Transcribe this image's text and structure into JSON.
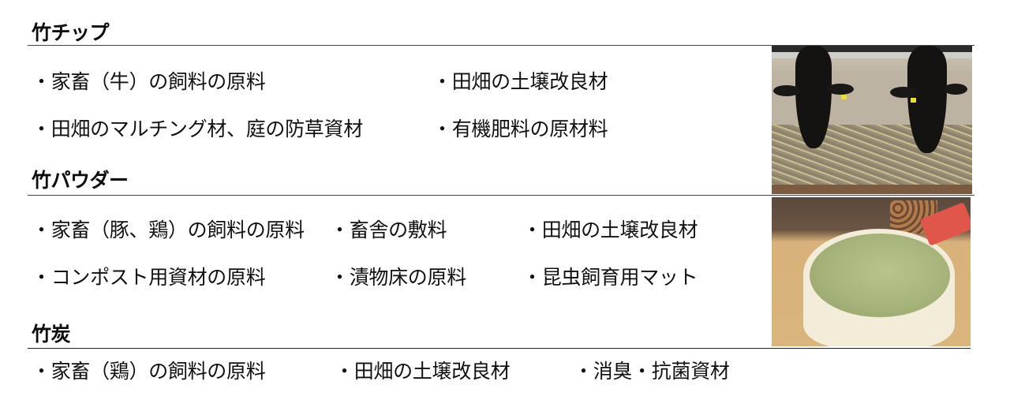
{
  "sections": [
    {
      "title": "竹チップ",
      "items": [
        "・家畜（牛）の飼料の原料",
        "・田畑の土壌改良材",
        "・田畑のマルチング材、庭の防草資材",
        "・有機肥料の原材料"
      ],
      "image": "cattle-eating-from-trough-photo"
    },
    {
      "title": "竹パウダー",
      "items": [
        "・家畜（豚、鶏）の飼料の原料",
        "・畜舎の敷料",
        "・田畑の土壌改良材",
        "・コンポスト用資材の原料",
        "・漬物床の原料",
        "・昆虫飼育用マット"
      ],
      "image": "bamboo-powder-bucket-photo"
    },
    {
      "title": "竹炭",
      "items": [
        "・家畜（鶏）の飼料の原料",
        "・田畑の土壌改良材",
        "・消臭・抗菌資材"
      ]
    }
  ]
}
